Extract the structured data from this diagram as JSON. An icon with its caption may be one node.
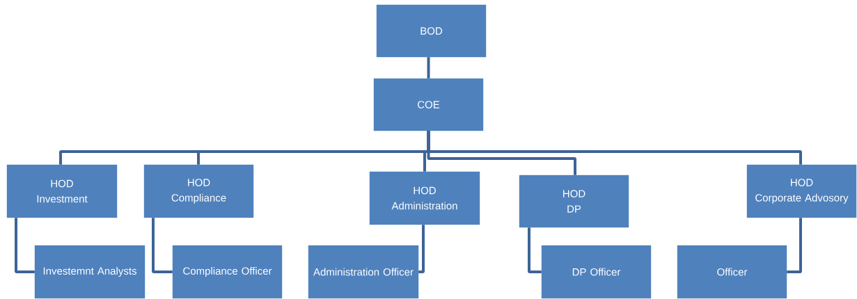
{
  "diagram": {
    "nodes": [
      {
        "text": [
          "BOD"
        ]
      },
      {
        "text": [
          "COE"
        ]
      },
      {
        "text": [
          "HOD",
          "Investment"
        ]
      },
      {
        "text": [
          "HOD",
          "Compliance"
        ]
      },
      {
        "text": [
          "HOD",
          "Administration"
        ]
      },
      {
        "text": [
          "HOD",
          "DP"
        ]
      },
      {
        "text": [
          "HOD",
          "Corporate Advosory"
        ]
      },
      {
        "text": [
          "Investemnt Analysts"
        ]
      },
      {
        "text": [
          "Compliance Officer"
        ]
      },
      {
        "text": [
          "Administration Officer"
        ]
      },
      {
        "text": [
          "DP Officer"
        ]
      },
      {
        "text": [
          "Officer"
        ]
      }
    ],
    "edges": [
      {
        "from": 1,
        "to": 0,
        "arrow": "none"
      },
      {
        "from": 1,
        "to": 2,
        "arrow": "none"
      },
      {
        "from": 1,
        "to": 3,
        "arrow": "none"
      },
      {
        "from": 1,
        "to": 4,
        "arrow": "none"
      },
      {
        "from": 1,
        "to": 5,
        "arrow": "none"
      },
      {
        "from": 1,
        "to": 6,
        "arrow": "none"
      },
      {
        "from": 2,
        "to": 7,
        "arrow": "none"
      },
      {
        "from": 3,
        "to": 8,
        "arrow": "none"
      },
      {
        "from": 4,
        "to": 9,
        "arrow": "none"
      },
      {
        "from": 5,
        "to": 10,
        "arrow": "none"
      },
      {
        "from": 6,
        "to": 11,
        "arrow": "none"
      }
    ]
  }
}
